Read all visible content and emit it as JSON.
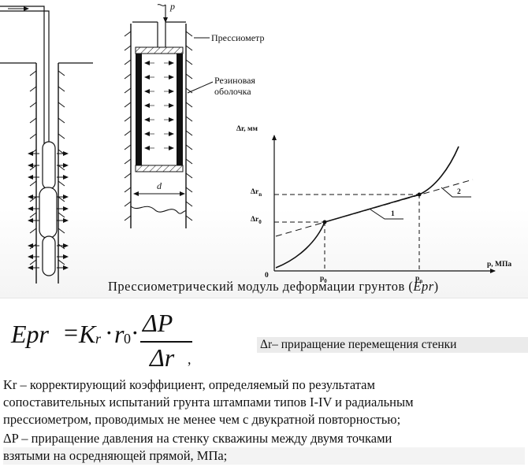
{
  "diagram": {
    "label_p": "p",
    "label_pressiometer": "Прессиометр",
    "label_rubber_1": "Резиновая",
    "label_rubber_2": "оболочка",
    "label_d": "d",
    "axis_y": "Δr, мм",
    "axis_x": "p, МПа",
    "tick_dr_n": "Δr",
    "tick_dr_n_sub": "n",
    "tick_dr_0": "Δr",
    "tick_dr_0_sub": "0",
    "tick_origin": "0",
    "tick_p0": "p",
    "tick_p0_sub": "0",
    "tick_pn": "p",
    "tick_pn_sub": "n",
    "curve_label_1": "1",
    "curve_label_2": "2"
  },
  "caption": {
    "main": "Прессиометрический модуль деформации грунтов (",
    "italic": "Epr",
    "close": ")"
  },
  "formula": {
    "lhs": "Epr",
    "eq": "=",
    "k": "K",
    "k_sub": "r",
    "dot1": "·",
    "r": "r",
    "r_sub": "0",
    "dot2": "·",
    "num": "ΔP",
    "den": "Δr",
    "comma": ","
  },
  "definition_dr": "Δr– приращение перемещения стенки",
  "paragraphs": [
    "       Kr – корректирующий коэффициент, определяемый по результатам",
    "сопоставительных испытаний грунта штампами типов I-IV и радиальным",
    "прессиометром, проводимых не менее чем с двукратной повторностью;",
    "ΔP – приращение давления на стенку скважины между двумя точками",
    "взятыми на осредняющей прямой, МПа;"
  ]
}
